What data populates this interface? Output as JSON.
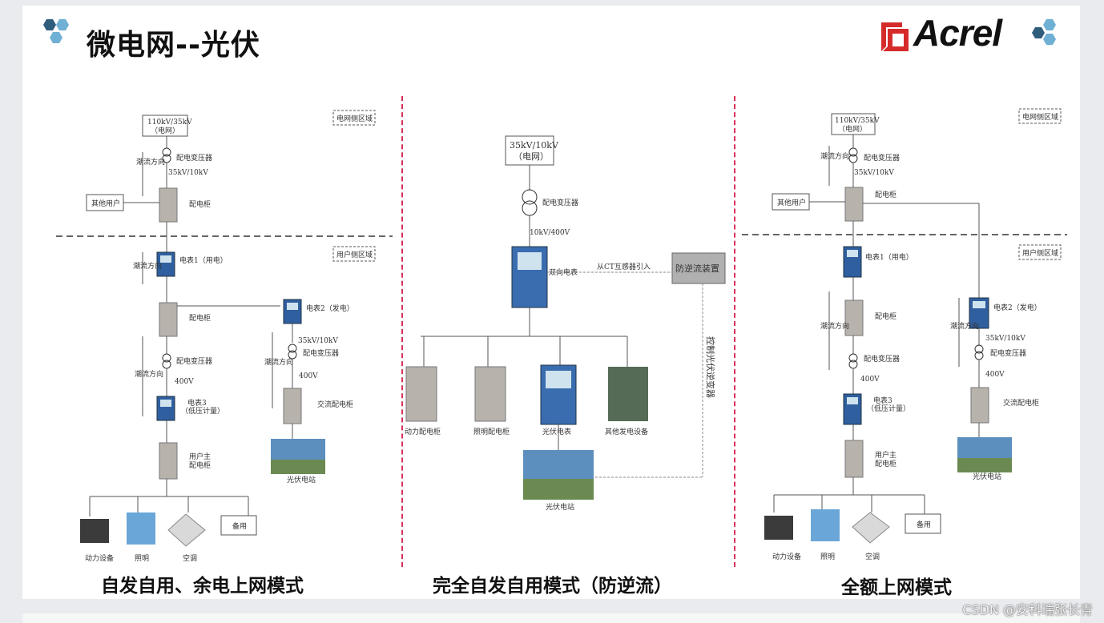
{
  "slide": {
    "title": "微电网--光伏",
    "brand": "Acrel",
    "watermark": "CSDN @安科瑞张长青"
  },
  "modes": [
    {
      "label": "自发自用、余电上网模式"
    },
    {
      "label": "完全自发自用模式（防逆流）"
    },
    {
      "label": "全额上网模式"
    }
  ],
  "left": {
    "grid_box_line1": "110kV/35kV",
    "grid_box_line2": "（电网）",
    "grid_zone": "电网侧区域",
    "user_zone": "用户侧区域",
    "transformer": "配电变压器",
    "v_35_10": "35kV/10kV",
    "cabinet": "配电柜",
    "other_users": "其他用户",
    "flow": "潮流方向",
    "meter1": "电表1（用电）",
    "meter2": "电表2（发电）",
    "meter3": "电表3",
    "meter3_sub": "（低压计量）",
    "v_400": "400V",
    "user_main_cab_1": "用户主",
    "user_main_cab_2": "配电柜",
    "ac_cab": "交流配电柜",
    "pv_station": "光伏电站",
    "power_equip": "动力设备",
    "lighting": "照明",
    "ac": "空调",
    "spare": "备用"
  },
  "middle": {
    "grid_box_line1": "35kV/10kV",
    "grid_box_line2": "（电网）",
    "transformer": "配电变压器",
    "v_10_400": "10kV/400V",
    "bidir_meter": "双向电表",
    "ct_signal": "从CT互感器引入",
    "anti_reverse": "防逆流装置",
    "control_text": "控制光伏逆变器",
    "power_cab": "动力配电柜",
    "light_cab": "照明配电柜",
    "pv_meter": "光伏电表",
    "other_gen": "其他发电设备",
    "pv_station": "光伏电站"
  },
  "right": {
    "grid_box_line1": "110kV/35kV",
    "grid_box_line2": "（电网）",
    "grid_zone": "电网侧区域",
    "user_zone": "用户侧区域",
    "transformer": "配电变压器",
    "v_35_10": "35kV/10kV",
    "cabinet": "配电柜",
    "other_users": "其他用户",
    "flow": "潮流方向",
    "meter1": "电表1（用电）",
    "meter2": "电表2（发电）",
    "meter3": "电表3",
    "meter3_sub": "（低压计量）",
    "v_400": "400V",
    "user_main_cab_1": "用户主",
    "user_main_cab_2": "配电柜",
    "ac_cab": "交流配电柜",
    "pv_station": "光伏电站",
    "power_equip": "动力设备",
    "lighting": "照明",
    "ac": "空调",
    "spare": "备用"
  },
  "colors": {
    "divider": "#d6305a",
    "hex_dark": "#2f5d7c",
    "hex_light": "#6fb0d4",
    "brand_red": "#d62b2b"
  }
}
